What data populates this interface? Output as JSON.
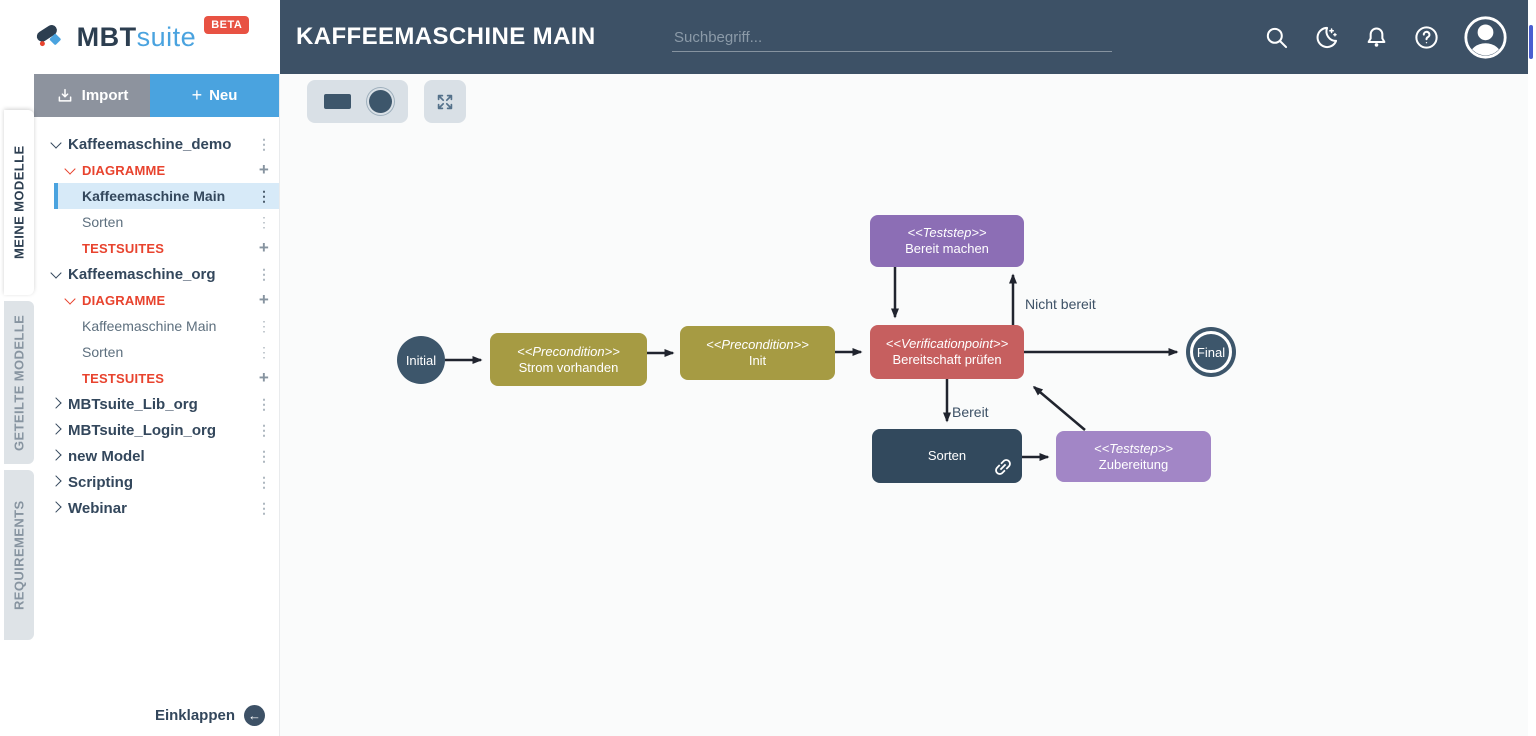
{
  "brand": {
    "name_primary": "MBT",
    "name_secondary": "suite",
    "beta": "BETA"
  },
  "header": {
    "title": "KAFFEEMASCHINE MAIN",
    "search_placeholder": "Suchbegriff...",
    "icons": [
      "search",
      "dark-mode",
      "notifications",
      "help",
      "account"
    ]
  },
  "colors": {
    "header_bg": "#3d5166",
    "accent_blue": "#4aa3df",
    "section_red": "#e8432e",
    "beta_red": "#e85243",
    "selected_row_bg": "#d7eaf8",
    "import_gray": "#8d939e",
    "canvas_bg": "#fafbfb",
    "arrow": "#20242e"
  },
  "sidebar": {
    "import_label": "Import",
    "new_label": "Neu",
    "collapse_label": "Einklappen",
    "tabs": [
      {
        "label": "MEINE MODELLE",
        "active": true
      },
      {
        "label": "GETEILTE MODELLE",
        "active": false
      },
      {
        "label": "REQUIREMENTS",
        "active": false
      }
    ],
    "tree": [
      {
        "label": "Kaffeemaschine_demo",
        "kind": "model",
        "chevron": "down",
        "right": "kebab"
      },
      {
        "label": "DIAGRAMME",
        "kind": "section",
        "chevron": "down",
        "right": "plus"
      },
      {
        "label": "Kaffeemaschine Main",
        "kind": "leaf-strong",
        "chevron": null,
        "right": "kebab",
        "selected": true
      },
      {
        "label": "Sorten",
        "kind": "leaf",
        "chevron": null,
        "right": "kebab"
      },
      {
        "label": "TESTSUITES",
        "kind": "section",
        "chevron": null,
        "right": "plus"
      },
      {
        "label": "Kaffeemaschine_org",
        "kind": "model",
        "chevron": "down",
        "right": "kebab"
      },
      {
        "label": "DIAGRAMME",
        "kind": "section",
        "chevron": "down",
        "right": "plus"
      },
      {
        "label": "Kaffeemaschine Main",
        "kind": "leaf",
        "chevron": null,
        "right": "kebab"
      },
      {
        "label": "Sorten",
        "kind": "leaf",
        "chevron": null,
        "right": "kebab"
      },
      {
        "label": "TESTSUITES",
        "kind": "section",
        "chevron": null,
        "right": "plus"
      },
      {
        "label": "MBTsuite_Lib_org",
        "kind": "model",
        "chevron": "right",
        "right": "kebab"
      },
      {
        "label": "MBTsuite_Login_org",
        "kind": "model",
        "chevron": "right",
        "right": "kebab"
      },
      {
        "label": "new Model",
        "kind": "model",
        "chevron": "right",
        "right": "kebab"
      },
      {
        "label": "Scripting",
        "kind": "model",
        "chevron": "right",
        "right": "kebab"
      },
      {
        "label": "Webinar",
        "kind": "model",
        "chevron": "right",
        "right": "kebab"
      }
    ]
  },
  "canvas": {
    "toolbar": {
      "shape_tools": [
        "rectangle-shape",
        "circle-shape"
      ],
      "fullscreen_tool": "expand"
    },
    "nodes": {
      "initial": {
        "label": "Initial",
        "color": "#3d566b"
      },
      "strom": {
        "stereotype": "<<Precondition>>",
        "name": "Strom vorhanden",
        "color": "#a69b43"
      },
      "init": {
        "stereotype": "<<Precondition>>",
        "name": "Init",
        "color": "#a69b43"
      },
      "bereit_machen": {
        "stereotype": "<<Teststep>>",
        "name": "Bereit machen",
        "color": "#8c6eb5"
      },
      "bereitschaft": {
        "stereotype": "<<Verificationpoint>>",
        "name": "Bereitschaft prüfen",
        "color": "#c65f5f"
      },
      "final": {
        "label": "Final",
        "color": "#3d566b"
      },
      "sorten": {
        "name": "Sorten",
        "color": "#32495d"
      },
      "zubereitung": {
        "stereotype": "<<Teststep>>",
        "name": "Zubereitung",
        "color": "#a286c6"
      }
    },
    "edge_labels": {
      "nicht_bereit": "Nicht bereit",
      "bereit": "Bereit"
    }
  }
}
